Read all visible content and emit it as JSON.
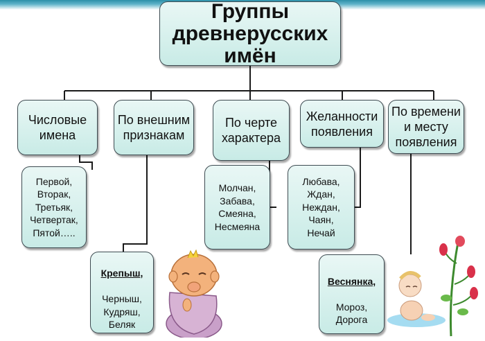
{
  "title": "Группы древнерусских имён",
  "categories": [
    {
      "label": "Числовые имена"
    },
    {
      "label": "По внешним признакам"
    },
    {
      "label": "По черте характера"
    },
    {
      "label": "Желанности появления"
    },
    {
      "label": "По времени и месту появления"
    }
  ],
  "examples": [
    {
      "bold": "",
      "names": "Первой,\nВторак,\nТретьяк,\nЧетвертак,\nПятой….."
    },
    {
      "bold": "Крепыш,",
      "names": "Черныш,\nКудряш,\nБеляк"
    },
    {
      "bold": "",
      "names": "Молчан,\nЗабава,\nСмеяна,\nНесмеяна"
    },
    {
      "bold": "",
      "names": "Любава,\nЖдан,\nНеждан,\nЧаян,\nНечай"
    },
    {
      "bold": "Веснянка,",
      "names": "Мороз,\nДорога"
    }
  ],
  "decorations": [
    "baby-with-blanket-illustration",
    "baby-with-flowers-illustration"
  ]
}
